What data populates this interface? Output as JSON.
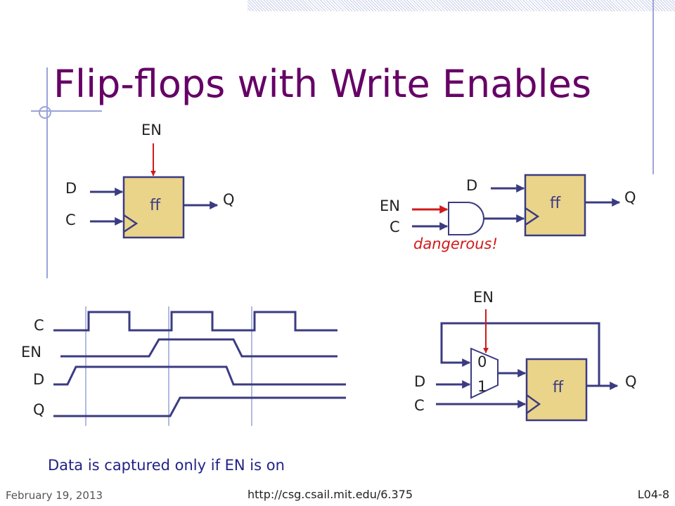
{
  "title": "Flip-flops with Write Enables",
  "diagram1": {
    "ff_label": "ff",
    "en": "EN",
    "d": "D",
    "c": "C",
    "q": "Q"
  },
  "diagram2": {
    "ff_label": "ff",
    "d": "D",
    "en": "EN",
    "c": "C",
    "q": "Q",
    "warning": "dangerous!"
  },
  "timing": {
    "signals": [
      "C",
      "EN",
      "D",
      "Q"
    ]
  },
  "diagram3": {
    "ff_label": "ff",
    "en": "EN",
    "d": "D",
    "c": "C",
    "q": "Q",
    "mux_top": "0",
    "mux_bottom": "1"
  },
  "caption": "Data is captured only if EN is on",
  "footer": {
    "date": "February 19, 2013",
    "url": "http://csg.csail.mit.edu/6.375",
    "slide": "L04-8"
  },
  "colors": {
    "title": "#660066",
    "wire": "#3b3b82",
    "ff_fill": "#ead48a",
    "en_arrow": "#d11a1a"
  }
}
